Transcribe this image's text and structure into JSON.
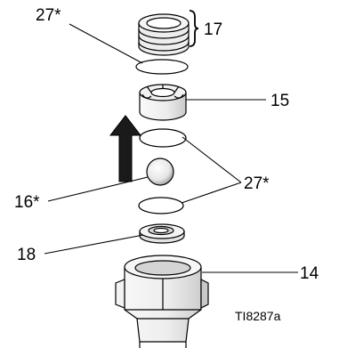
{
  "callouts": {
    "top_seal": "27*",
    "packing_stack": "17",
    "seat_guide": "15",
    "seals_group": "27*",
    "ball": "16*",
    "seat": "18",
    "housing": "14"
  },
  "figure_id": "TI8287a",
  "colors": {
    "ink": "#000000",
    "part_light": "#f4f4f4",
    "part_shade": "#cfcfcf",
    "arrow": "#1a1a1a"
  }
}
